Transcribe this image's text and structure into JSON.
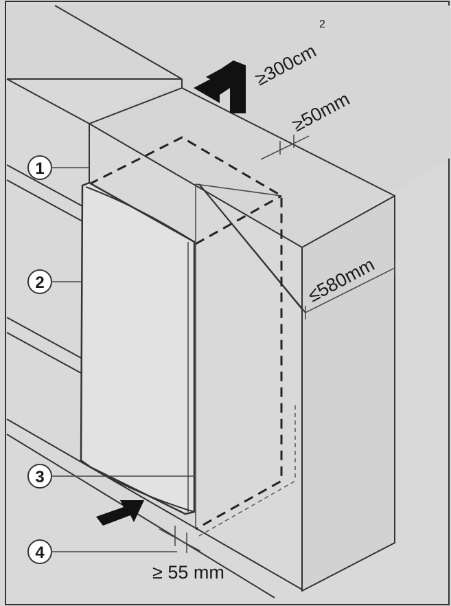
{
  "colors": {
    "background": "#d9d9d9",
    "cabinet_face": "#dcdcdc",
    "appliance_face": "#e2e2e2",
    "stroke": "#333333",
    "arrow": "#111111"
  },
  "dimensions": {
    "ventilation_area": "≥300cm",
    "ventilation_area_exp": "2",
    "rear_gap": "≥50mm",
    "cabinet_depth": "≤580mm",
    "front_gap": "≥ 55 mm"
  },
  "callouts": [
    {
      "number": "1"
    },
    {
      "number": "2"
    },
    {
      "number": "3"
    },
    {
      "number": "4"
    }
  ],
  "icons": {
    "airflow_out": "airflow-out-arrow-icon",
    "airflow_in": "airflow-in-arrow-icon"
  }
}
